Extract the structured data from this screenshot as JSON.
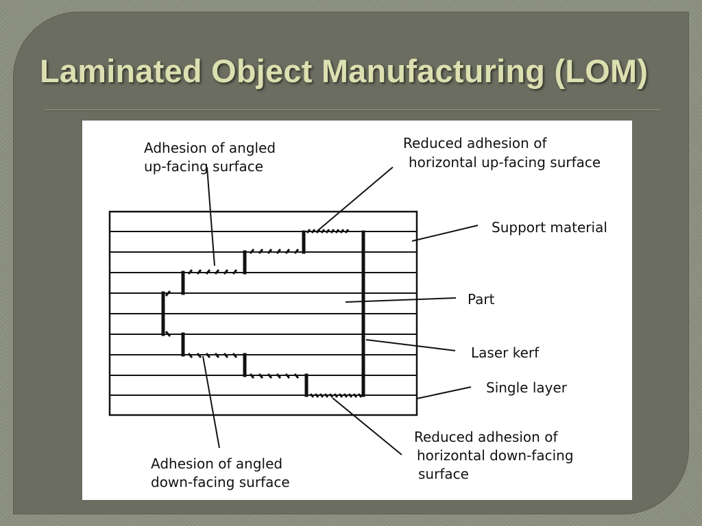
{
  "slide": {
    "title": "Laminated Object Manufacturing (LOM)"
  },
  "diagram": {
    "labels": {
      "angled_up_line1": "Adhesion of angled",
      "angled_up_line2": "up-facing surface",
      "horizontal_up_line1": "Reduced adhesion of",
      "horizontal_up_line2": "horizontal up-facing surface",
      "support_material": "Support material",
      "part": "Part",
      "laser_kerf": "Laser kerf",
      "single_layer": "Single layer",
      "horizontal_down_line1": "Reduced adhesion of",
      "horizontal_down_line2": "horizontal down-facing",
      "horizontal_down_line3": "surface",
      "angled_down_line1": "Adhesion of angled",
      "angled_down_line2": "down-facing surface"
    },
    "colors": {
      "line": "#111111",
      "background": "#ffffff"
    }
  }
}
